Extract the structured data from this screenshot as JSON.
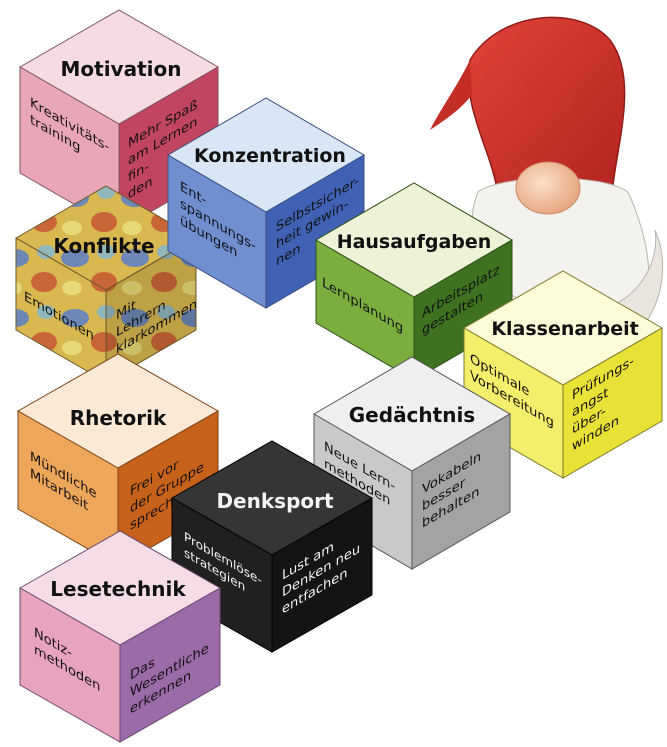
{
  "colors": {
    "motivation": {
      "top": "#f6dbe2",
      "left": "#e9a6b6",
      "right": "#c2455f"
    },
    "konzentration": {
      "top": "#d9e6f5",
      "left": "#6f8fd0",
      "right": "#3f62b4"
    },
    "konflikte": {
      "top": "#e9d98b",
      "left": "#d8bb57",
      "right": "#cfa741"
    },
    "hausaufgaben": {
      "top": "#eef2d6",
      "left": "#7cae3f",
      "right": "#3e7220"
    },
    "klassenarbeit": {
      "top": "#fbfbd8",
      "left": "#f4ef6a",
      "right": "#e8e136"
    },
    "rhetorik": {
      "top": "#fbe9d6",
      "left": "#eea75a",
      "right": "#c8621a"
    },
    "gedaechtnis": {
      "top": "#efefef",
      "left": "#c9c9c9",
      "right": "#a3a3a3"
    },
    "denksport": {
      "top": "#353535",
      "left": "#202020",
      "right": "#141414"
    },
    "lesetechnik": {
      "top": "#f5dce6",
      "left": "#e8a3bf",
      "right": "#9b6aa8"
    }
  },
  "cubes": {
    "motivation": {
      "title": "Motivation",
      "left": [
        "Kreativitäts-",
        "training"
      ],
      "right": [
        "Mehr Spaß",
        "am Lernen",
        "fin-",
        "den"
      ]
    },
    "konzentration": {
      "title": "Konzentration",
      "left": [
        "Ent-",
        "spannungs-",
        "übungen"
      ],
      "right": [
        "Selbstsicher-",
        "heit gewin-",
        "nen"
      ]
    },
    "konflikte": {
      "title": "Konflikte",
      "left": [
        "Emotionen"
      ],
      "right": [
        "Mit",
        "Lehrern",
        "klarkommen"
      ]
    },
    "hausaufgaben": {
      "title": "Hausaufgaben",
      "left": [
        "Lernplanung"
      ],
      "right": [
        "Arbeitsplatz",
        "gestalten"
      ]
    },
    "klassenarbeit": {
      "title": "Klassenarbeit",
      "left": [
        "Optimale",
        "Vorbereitung"
      ],
      "right": [
        "Prüfungs-",
        "angst",
        "über-",
        "winden"
      ]
    },
    "rhetorik": {
      "title": "Rhetorik",
      "left": [
        "Mündliche",
        "Mitarbeit"
      ],
      "right": [
        "Frei vor",
        "der Gruppe",
        "sprechen"
      ]
    },
    "gedaechtnis": {
      "title": "Gedächtnis",
      "left": [
        "Neue Lern-",
        "methoden"
      ],
      "right": [
        "Vokabeln",
        "besser",
        "behalten"
      ]
    },
    "denksport": {
      "title": "Denksport",
      "left": [
        "Problemlöse-",
        "strategien"
      ],
      "right": [
        "Lust am",
        "Denken neu",
        "entfachen"
      ]
    },
    "lesetechnik": {
      "title": "Lesetechnik",
      "left": [
        "Notiz-",
        "methoden"
      ],
      "right": [
        "Das",
        "Wesentliche",
        "erkennen"
      ]
    }
  }
}
